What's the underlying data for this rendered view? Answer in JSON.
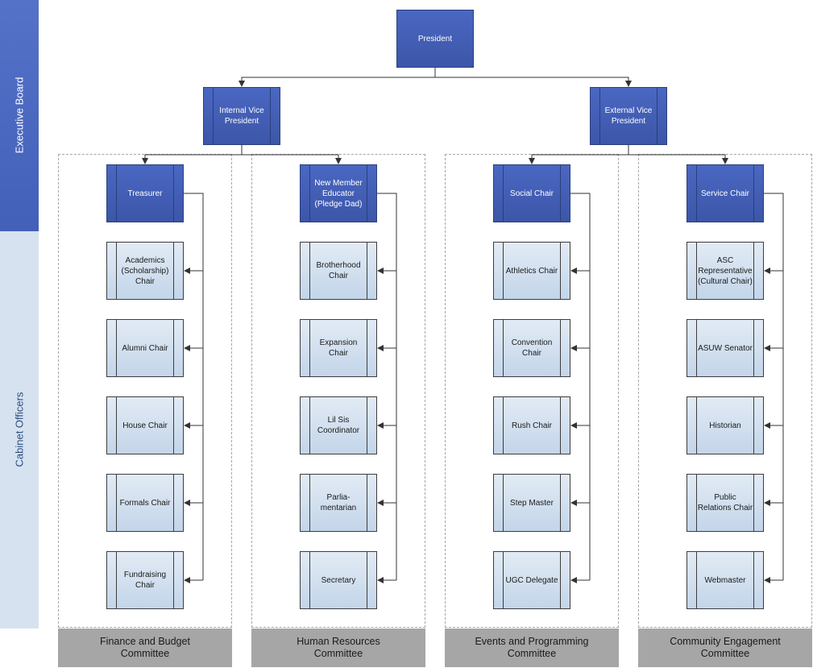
{
  "bands": {
    "executive": "Executive Board",
    "cabinet": "Cabinet Officers"
  },
  "president": "President",
  "vice_presidents": {
    "internal": "Internal Vice\nPresident",
    "external": "External Vice\nPresident"
  },
  "committees": [
    {
      "name": "Finance and Budget\nCommittee",
      "head": "Treasurer",
      "members": [
        "Academics\n(Scholarship)\nChair",
        "Alumni Chair",
        "House Chair",
        "Formals  Chair",
        "Fundraising\nChair"
      ]
    },
    {
      "name": "Human Resources\nCommittee",
      "head": "New Member\nEducator\n(Pledge Dad)",
      "members": [
        "Brotherhood\nChair",
        "Expansion\nChair",
        "Lil Sis\nCoordinator",
        "Parlia-\nmentarian",
        "Secretary"
      ]
    },
    {
      "name": "Events and Programming\nCommittee",
      "head": "Social Chair",
      "members": [
        "Athletics Chair",
        "Convention\nChair",
        "Rush Chair",
        "Step Master",
        "UGC Delegate"
      ]
    },
    {
      "name": "Community Engagement\nCommittee",
      "head": "Service Chair",
      "members": [
        "ASC\nRepresentative\n(Cultural Chair)",
        "ASUW Senator",
        "Historian",
        "Public\nRelations Chair",
        "Webmaster"
      ]
    }
  ]
}
